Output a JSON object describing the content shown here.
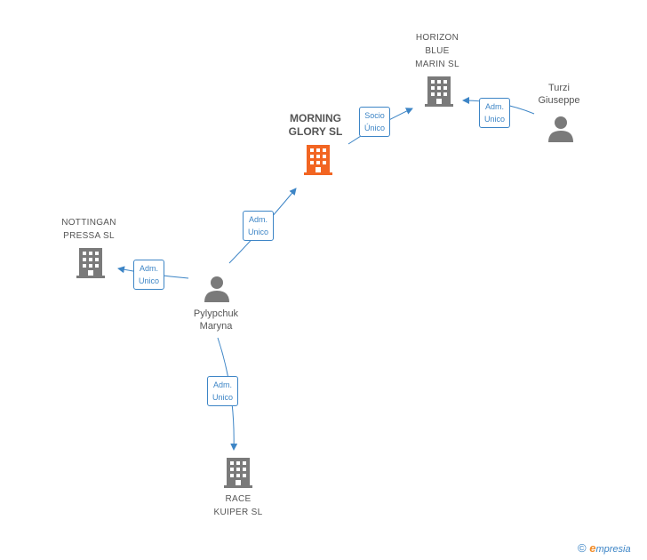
{
  "colors": {
    "edge": "#3d85c6",
    "main_company": "#f26522",
    "company": "#7a7a7a",
    "person": "#7a7a7a"
  },
  "nodes": {
    "horizon": {
      "label": "HORIZON\nBLUE\nMARIN  SL",
      "type": "company"
    },
    "morning": {
      "label": "MORNING\nGLORY  SL",
      "type": "main-company"
    },
    "nottingan": {
      "label": "NOTTINGAN\nPRESSA SL",
      "type": "company"
    },
    "race": {
      "label": "RACE\nKUIPER SL",
      "type": "company"
    },
    "turzi": {
      "label": "Turzi\nGiuseppe",
      "type": "person"
    },
    "pylypchuk": {
      "label": "Pylypchuk\nMaryna",
      "type": "person"
    }
  },
  "edges": {
    "morning_horizon": "Socio\nÚnico",
    "turzi_horizon": "Adm.\nUnico",
    "pylypchuk_morning": "Adm.\nUnico",
    "pylypchuk_nottingan": "Adm.\nUnico",
    "pylypchuk_race": "Adm.\nUnico"
  },
  "brand": {
    "copyright": "©",
    "initial": "e",
    "name": "mpresia"
  }
}
